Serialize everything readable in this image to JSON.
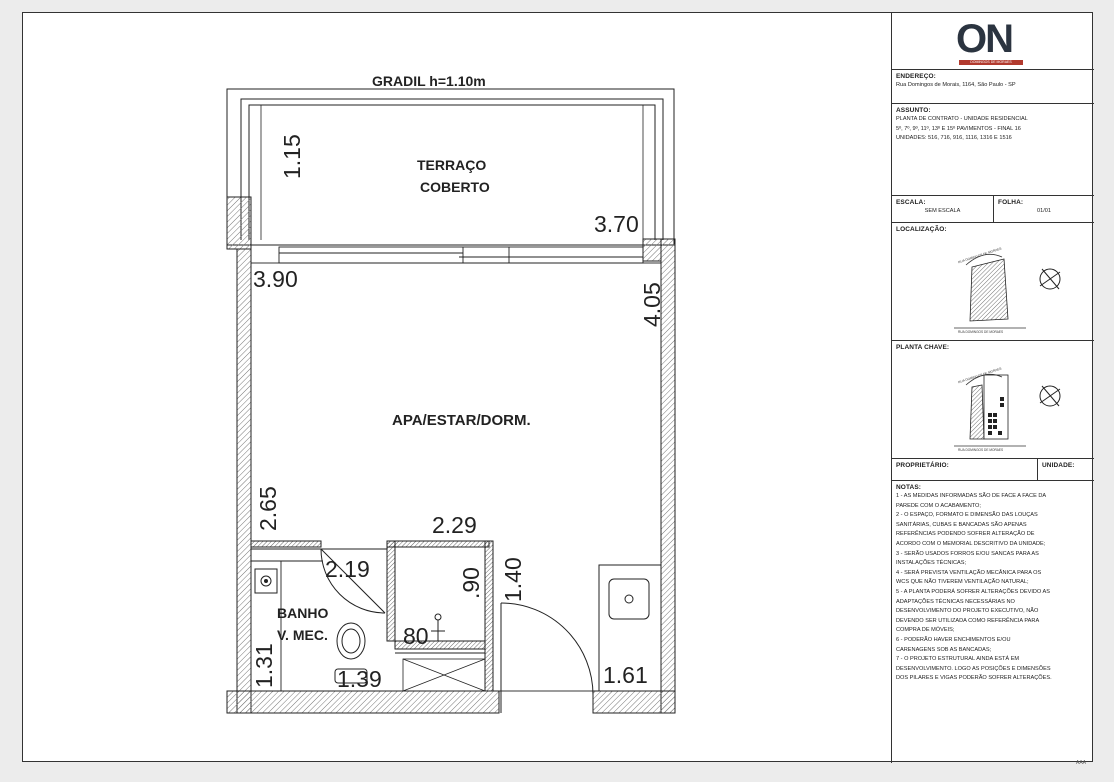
{
  "plan": {
    "railing_label": "GRADIL h=1.10m",
    "rooms": {
      "terrace_line1": "TERRAÇO",
      "terrace_line2": "COBERTO",
      "living": "APA/ESTAR/DORM.",
      "bath_line1": "BANHO",
      "bath_line2": "V. MEC."
    },
    "dimensions": {
      "terrace_depth": "1.15",
      "terrace_width": "3.70",
      "living_width": "3.90",
      "living_depth": "4.05",
      "lower_left_height": "2.65",
      "shaft_width": "2.29",
      "bath_width": "2.19",
      "shaft_depth": ".90",
      "entry_depth": "1.40",
      "shaft_small": "80",
      "bath_depth": "1.31",
      "bath_bottom_width": "1.39",
      "kitchen_width": "1.61"
    }
  },
  "title_block": {
    "logo": "ON",
    "logo_tagline": "DOMINGOS DE MORAES",
    "address_label": "ENDEREÇO:",
    "address_value": "Rua Domingos de Morais, 1164, São Paulo - SP",
    "subject_label": "ASSUNTO:",
    "subject_line1": "PLANTA DE CONTRATO - UNIDADE RESIDENCIAL",
    "subject_line2": "5º, 7º, 9º, 11º, 13º E 15º PAVIMENTOS - FINAL 16",
    "subject_line3": "UNIDADES: 516, 716, 916, 1116, 1316 E 1516",
    "scale_label": "ESCALA:",
    "scale_value": "SEM ESCALA",
    "sheet_label": "FOLHA:",
    "sheet_value": "01/01",
    "location_label": "LOCALIZAÇÃO:",
    "location_street_top": "RUA DOMINGOS DE MORAES",
    "location_street_bottom": "RUA DOMINGOS DE MORAES",
    "key_plan_label": "PLANTA CHAVE:",
    "key_street_top": "RUA DOMINGOS DE MORAES",
    "key_street_bottom": "RUA DOMINGOS DE MORAES",
    "owner_label": "PROPRIETÁRIO:",
    "unit_label": "UNIDADE:",
    "notes_label": "NOTAS:",
    "notes": [
      "1 - AS MEDIDAS INFORMADAS SÃO DE FACE A FACE DA",
      "PAREDE COM O ACABAMENTO;",
      "2 - O ESPAÇO, FORMATO E DIMENSÃO DAS LOUÇAS",
      "SANITÁRIAS, CUBAS E BANCADAS SÃO APENAS",
      "REFERÊNCIAS PODENDO SOFRER ALTERAÇÃO DE",
      "ACORDO COM O MEMORIAL DESCRITIVO DA UNIDADE;",
      "3 - SERÃO USADOS FORROS E/OU SANCAS PARA AS",
      "INSTALAÇÕES TÉCNICAS;",
      "4 - SERÁ PREVISTA VENTILAÇÃO MECÂNICA PARA OS",
      "WCS QUE NÃO TIVEREM VENTILAÇÃO NATURAL;",
      "5 - A PLANTA PODERÁ SOFRER ALTERAÇÕES DEVIDO AS",
      "ADAPTAÇÕES TÉCNICAS NECESSÁRIAS NO",
      "DESENVOLVIMENTO DO PROJETO EXECUTIVO, NÃO",
      "DEVENDO SER UTILIZADA COMO REFERÊNCIA PARA",
      "COMPRA DE MÓVEIS;",
      "6 - PODERÃO HAVER ENCHIMENTOS E/OU",
      "CARENAGENS SOB AS BANCADAS;",
      "7 - O PROJETO ESTRUTURAL AINDA ESTÁ EM",
      "DESENVOLVIMENTO. LOGO AS POSIÇÕES E DIMENSÕES",
      "DOS PILARES E VIGAS PODERÃO SOFRER ALTERAÇÕES."
    ],
    "footer_mark": "AAA"
  }
}
